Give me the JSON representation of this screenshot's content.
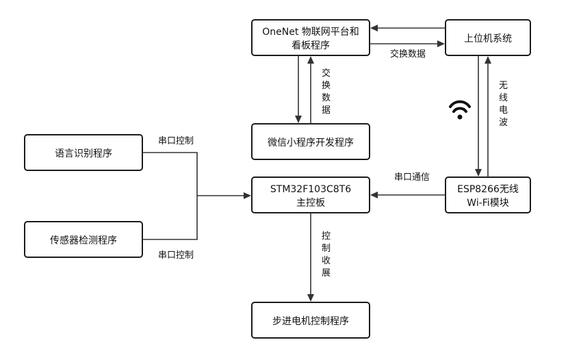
{
  "nodes": {
    "onenet": {
      "lines": [
        "OneNet 物联网平台和",
        "看板程序"
      ]
    },
    "host": {
      "lines": [
        "上位机系统"
      ]
    },
    "wechat": {
      "lines": [
        "微信小程序开发程序"
      ]
    },
    "speech": {
      "lines": [
        "语言识别程序"
      ]
    },
    "sensor": {
      "lines": [
        "传感器检测程序"
      ]
    },
    "stm32": {
      "lines": [
        "STM32F103C8T6",
        "主控板"
      ]
    },
    "esp": {
      "lines": [
        "ESP8266无线",
        "Wi-Fi模块"
      ]
    },
    "stepper": {
      "lines": [
        "步进电机控制程序"
      ]
    }
  },
  "labels": {
    "onenet_host": "交换数据",
    "onenet_wechat": [
      "交",
      "换",
      "数",
      "据"
    ],
    "host_esp": [
      "无",
      "线",
      "电",
      "波"
    ],
    "speech_stm32": "串口控制",
    "sensor_stm32": "串口控制",
    "esp_stm32": "串口通信",
    "stm32_stepper": [
      "控",
      "制",
      "收",
      "展"
    ]
  },
  "icons": {
    "wireless": "wifi-icon"
  }
}
